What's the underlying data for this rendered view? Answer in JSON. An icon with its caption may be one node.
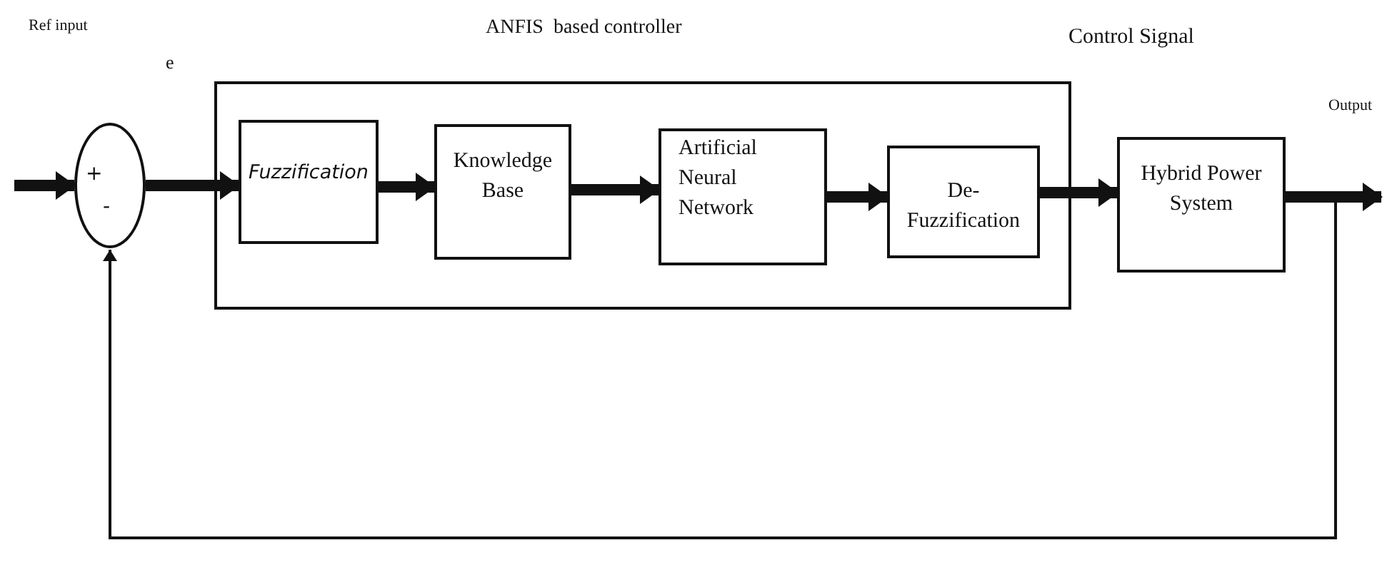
{
  "diagram": {
    "nodes": [
      {
        "text": [
          "+",
          "-"
        ]
      },
      {
        "text": [
          "ANFIS  based controller"
        ]
      },
      {
        "text": [
          "Fuzzification"
        ],
        "in": 1
      },
      {
        "text": [
          "Knowledge Base"
        ],
        "in": 1
      },
      {
        "text": [
          "Artificial Neural Network"
        ],
        "in": 1
      },
      {
        "text": [
          "De- Fuzzification"
        ],
        "in": 1
      },
      {
        "text": [
          "Hybrid Power System"
        ]
      }
    ],
    "edges": [
      {
        "from": null,
        "to": 0,
        "arrow": "to"
      },
      {
        "from": 0,
        "to": 2,
        "arrow": "to"
      },
      {
        "from": 2,
        "to": 3,
        "arrow": "to"
      },
      {
        "from": 3,
        "to": 4,
        "arrow": "to"
      },
      {
        "from": 4,
        "to": 5,
        "arrow": "to"
      },
      {
        "from": 5,
        "to": 6,
        "arrow": "to"
      },
      {
        "from": 6,
        "to": null,
        "arrow": "to"
      },
      {
        "from": 6,
        "to": 0,
        "arrow": "to"
      }
    ],
    "labels": [
      "Ref input",
      "e",
      "Control Signal",
      "Output"
    ]
  }
}
